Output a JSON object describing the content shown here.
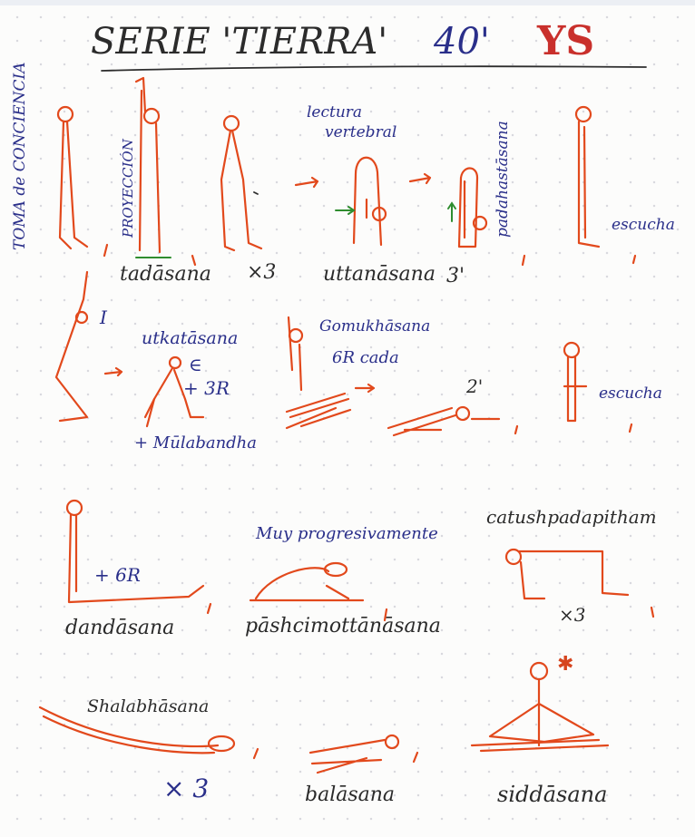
{
  "title": {
    "text": "SERIE 'TIERRA'",
    "duration": "40'",
    "initials": "YS"
  },
  "notes": {
    "toma": "TOMA de CONCIENCIA",
    "proyeccion": "PROYECCIÓN",
    "tadasana": "tadāsana",
    "x3_a": "×3",
    "lectura": "lectura",
    "vertebral": "vertebral",
    "uttanasana": "uttanāsana",
    "three_min": "3'",
    "padahastasana": "padahastāsana",
    "escucha_a": "escucha",
    "roman_one": "I",
    "utkatasana": "utkatāsana",
    "epsilon": "∈",
    "plus_3r": "+ 3R",
    "mulabandha": "+ Mūlabandha",
    "gomukhasana": "Gomukhāsana",
    "six_r_cada": "6R cada",
    "two_min": "2'",
    "escucha_b": "escucha",
    "muy_progresivamente": "Muy progresivamente",
    "catushpadapitham": "catushpadapitham",
    "plus_6r": "+ 6R",
    "dandasana": "dandāsana",
    "paschimottanasana": "pāshcimottānāsana",
    "x3_b": "×3",
    "shalabhasana": "Shalabhāsana",
    "x3_c": "× 3",
    "balasana": "balāsana",
    "siddasana": "siddāsana"
  },
  "colors": {
    "ink": "#2b2b2b",
    "figure": "#e2491c",
    "annotation_blue": "#2a2f8a",
    "accent_red": "#c9302c",
    "arrow_green": "#2f8d2f"
  },
  "icons": [
    "star-icon"
  ]
}
